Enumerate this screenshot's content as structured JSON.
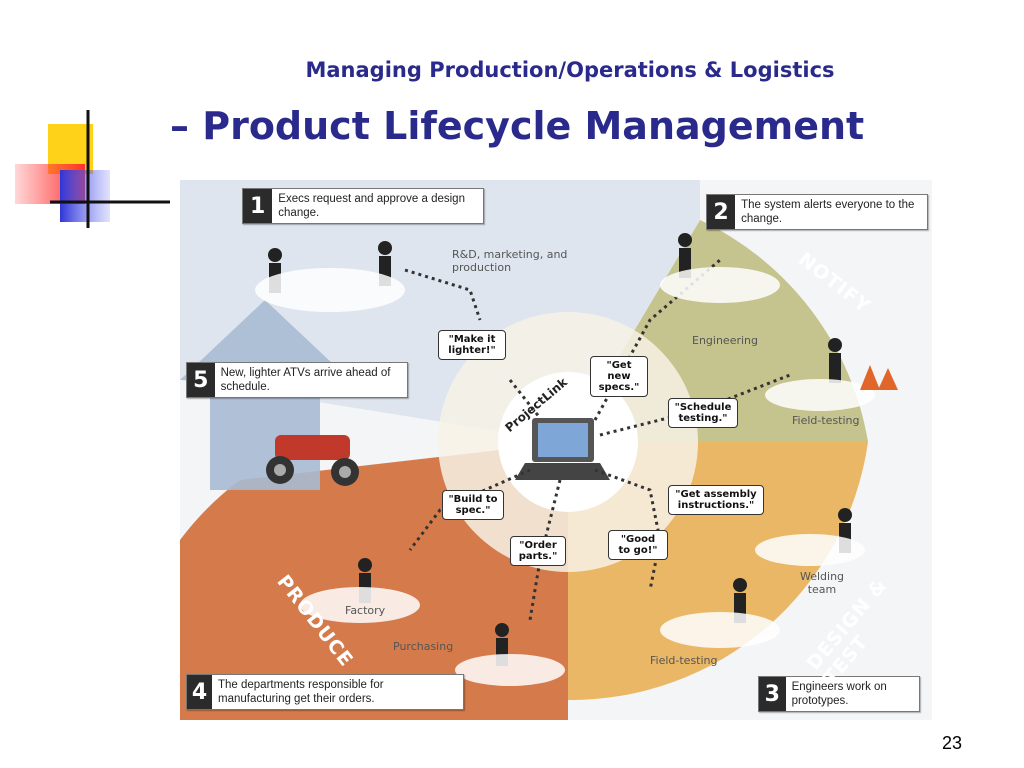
{
  "slide": {
    "subtitle": "Managing Production/Operations & Logistics",
    "title": "– Product Lifecycle Management",
    "page_number": "23"
  },
  "colors": {
    "title_blue": "#2a2a8c",
    "notify_olive": "#b9b77e",
    "design_orange": "#e8a84a",
    "produce_rust": "#cf6a3c",
    "plan_blue": "#a9bbd3"
  },
  "diagram": {
    "center_label": "ProjectLink",
    "steps": [
      {
        "num": "1",
        "text": "Execs request and approve a design change."
      },
      {
        "num": "2",
        "text": "The system alerts everyone to the change."
      },
      {
        "num": "3",
        "text": "Engineers work on prototypes."
      },
      {
        "num": "4",
        "text": "The departments responsible for manufacturing get their orders."
      },
      {
        "num": "5",
        "text": "New, lighter ATVs arrive ahead of schedule."
      }
    ],
    "phases": {
      "notify": "NOTIFY",
      "design_test": "DESIGN & TEST",
      "produce": "PRODUCE"
    },
    "bubbles": {
      "make_it_lighter": "\"Make it lighter!\"",
      "get_new_specs": "\"Get new specs.\"",
      "schedule_testing": "\"Schedule testing.\"",
      "get_assembly": "\"Get assembly instructions.\"",
      "good_to_go": "\"Good to go!\"",
      "order_parts": "\"Order parts.\"",
      "build_to_spec": "\"Build to spec.\""
    },
    "areas": {
      "rnd": "R&D, marketing, and production",
      "engineering": "Engineering",
      "field_testing_top": "Field-testing",
      "welding": "Welding team",
      "field_testing_bottom": "Field-testing",
      "factory": "Factory",
      "purchasing": "Purchasing"
    }
  }
}
